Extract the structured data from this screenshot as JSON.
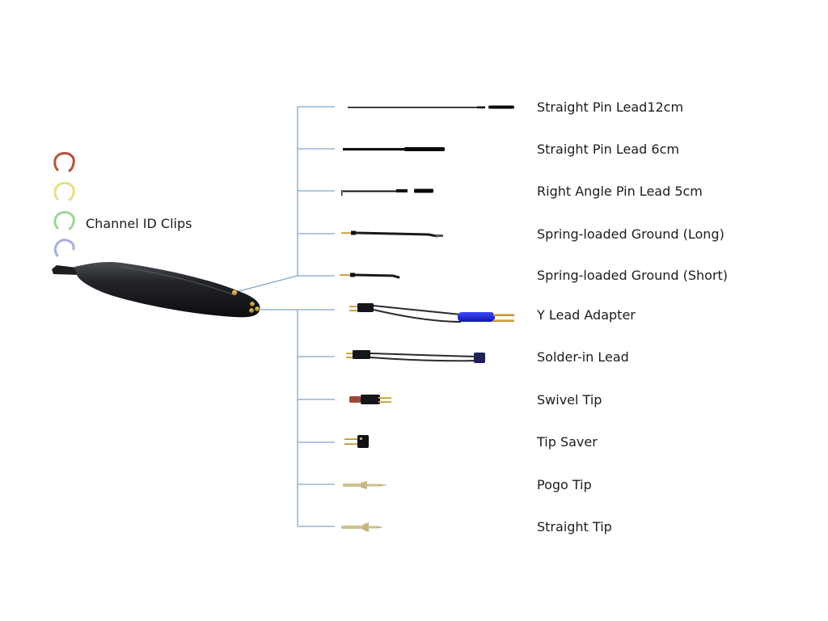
{
  "channel_id_clips": {
    "label": "Channel ID Clips",
    "colors": [
      "#b5533a",
      "#e6e089",
      "#9fd49a",
      "#a5aee0"
    ]
  },
  "tree_color": "#7fa7cc",
  "accessories": [
    {
      "label": "Straight Pin Lead12cm",
      "icon": "straight-pin-lead-12cm-icon"
    },
    {
      "label": "Straight Pin Lead 6cm",
      "icon": "straight-pin-lead-6cm-icon"
    },
    {
      "label": "Right Angle Pin Lead 5cm",
      "icon": "right-angle-pin-lead-icon"
    },
    {
      "label": "Spring-loaded Ground (Long)",
      "icon": "spring-ground-long-icon"
    },
    {
      "label": "Spring-loaded Ground (Short)",
      "icon": "spring-ground-short-icon"
    },
    {
      "label": "Y Lead Adapter",
      "icon": "y-lead-adapter-icon"
    },
    {
      "label": "Solder-in Lead",
      "icon": "solder-in-lead-icon"
    },
    {
      "label": "Swivel Tip",
      "icon": "swivel-tip-icon"
    },
    {
      "label": "Tip Saver",
      "icon": "tip-saver-icon"
    },
    {
      "label": "Pogo Tip",
      "icon": "pogo-tip-icon"
    },
    {
      "label": "Straight Tip",
      "icon": "straight-tip-icon"
    }
  ]
}
